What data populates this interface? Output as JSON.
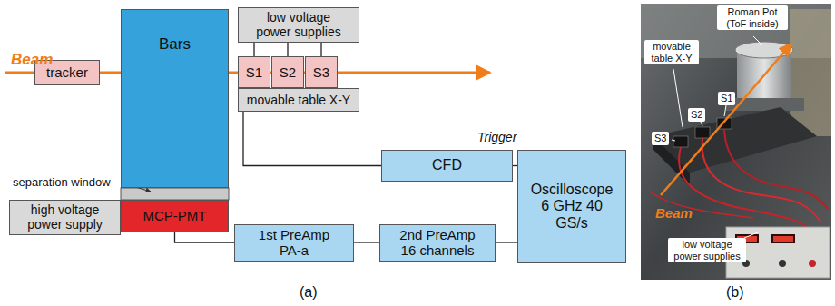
{
  "diagram": {
    "nodes": [
      {
        "text": [
          "tracker"
        ]
      },
      {
        "text": [
          "Bars"
        ]
      },
      {
        "text": [
          "MCP-PMT"
        ]
      },
      {
        "text": [
          "high voltage power supply"
        ]
      },
      {
        "text": [
          "low voltage power supplies"
        ]
      },
      {
        "text": [
          "S1"
        ]
      },
      {
        "text": [
          "S2"
        ]
      },
      {
        "text": [
          "S3"
        ]
      },
      {
        "text": [
          "movable table X-Y"
        ]
      },
      {
        "text": [
          "CFD"
        ]
      },
      {
        "text": [
          "1st PreAmp PA-a"
        ]
      },
      {
        "text": [
          "2nd PreAmp 16 channels"
        ]
      },
      {
        "text": [
          "Oscilloscope 6 GHz 40 GS/s"
        ]
      }
    ],
    "edges": [
      {
        "from": 4,
        "to": 5,
        "arrow": "none"
      },
      {
        "from": 4,
        "to": 6,
        "arrow": "none"
      },
      {
        "from": 4,
        "to": 7,
        "arrow": "none"
      },
      {
        "from": 5,
        "to": 9,
        "arrow": "none"
      },
      {
        "from": 9,
        "to": 12,
        "arrow": "none"
      },
      {
        "from": 2,
        "to": 10,
        "arrow": "none"
      },
      {
        "from": 10,
        "to": 11,
        "arrow": "none"
      },
      {
        "from": 11,
        "to": 12,
        "arrow": "none"
      }
    ],
    "labels": [
      "separation window",
      "Beam",
      "Trigger",
      "(a)",
      "Roman Pot (ToF inside)",
      "movable table X-Y",
      "S1",
      "S2",
      "S3",
      "Beam",
      "low voltage power supplies",
      "(b)"
    ]
  }
}
